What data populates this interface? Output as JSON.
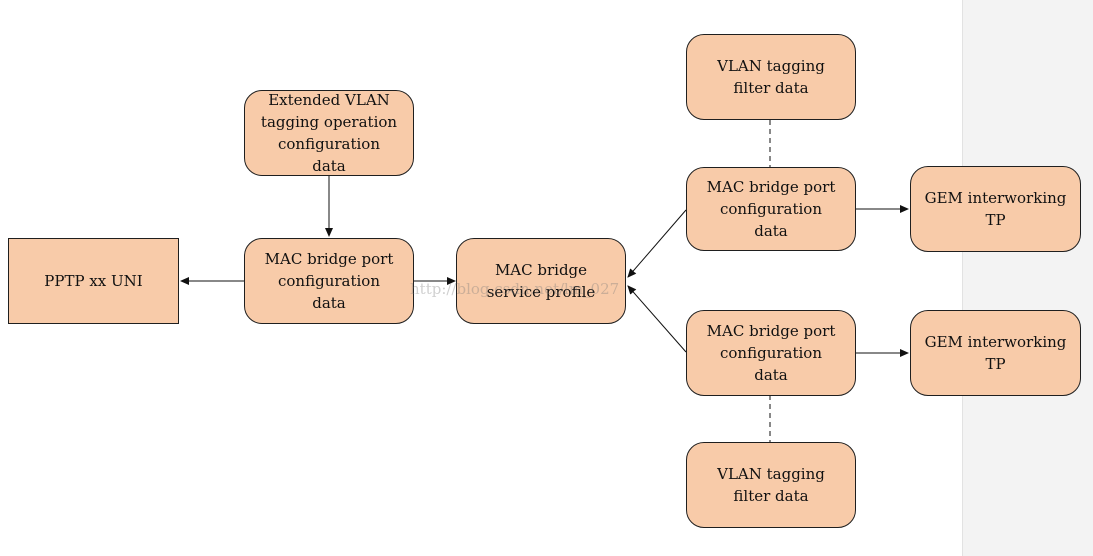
{
  "diagram": {
    "nodes": {
      "pptp_uni": {
        "label": "PPTP xx UNI"
      },
      "ext_vlan": {
        "label": "Extended VLAN\ntagging operation\nconfiguration\ndata"
      },
      "mac_port_left": {
        "label": "MAC bridge port\nconfiguration\ndata"
      },
      "mac_service_profile": {
        "label": "MAC bridge\nservice profile"
      },
      "vlan_filter_top": {
        "label": "VLAN tagging\nfilter data"
      },
      "mac_port_upper": {
        "label": "MAC bridge port\nconfiguration\ndata"
      },
      "gem_upper": {
        "label": "GEM interworking\nTP"
      },
      "mac_port_lower": {
        "label": "MAC bridge port\nconfiguration\ndata"
      },
      "gem_lower": {
        "label": "GEM interworking\nTP"
      },
      "vlan_filter_bottom": {
        "label": "VLAN tagging\nfilter data"
      }
    },
    "watermark": "http://blog.csdn.net/lm_027"
  }
}
